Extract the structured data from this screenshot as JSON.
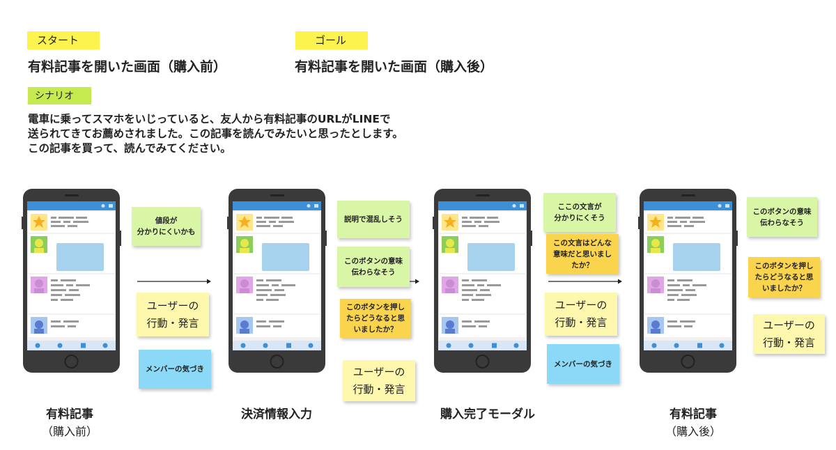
{
  "start": {
    "tag": "スタート",
    "title": "有料記事を開いた画面（購入前）",
    "color": "#fdf34e"
  },
  "goal": {
    "tag": "ゴール",
    "title": "有料記事を開いた画面（購入後）",
    "color": "#fdf34e"
  },
  "scenario": {
    "tag": "シナリオ",
    "color": "#c5ea4f",
    "lines": [
      "電車に乗ってスマホをいじっていると、友人から有料記事のURLがLINEで",
      "送られてきてお薦めされました。この記事を読んでみたいと思ったとします。",
      "この記事を買って、読んでみてください。"
    ]
  },
  "screens": [
    {
      "caption": "有料記事",
      "subcaption": "（購入前）",
      "notes": [
        {
          "text": "値段が\n分かりにくいかも",
          "kind": "green"
        },
        {
          "text": "ユーザーの\n行動・発言",
          "kind": "yellow"
        },
        {
          "text": "メンバーの気づき",
          "kind": "blue"
        }
      ]
    },
    {
      "caption": "決済情報入力",
      "subcaption": "",
      "notes": [
        {
          "text": "説明で混乱しそう",
          "kind": "green"
        },
        {
          "text": "このボタンの意味\n伝わらなそう",
          "kind": "green"
        },
        {
          "text": "このボタンを押し\nたらどうなると思\nいましたか？",
          "kind": "orange"
        },
        {
          "text": "ユーザーの\n行動・発言",
          "kind": "yellow"
        }
      ]
    },
    {
      "caption": "購入完了モーダル",
      "subcaption": "",
      "notes": [
        {
          "text": "ここの文言が\n分かりにくそう",
          "kind": "green"
        },
        {
          "text": "この文言はどんな\n意味だと思いまし\nたか？",
          "kind": "orange"
        },
        {
          "text": "ユーザーの\n行動・発言",
          "kind": "yellow"
        },
        {
          "text": "メンバーの気づき",
          "kind": "blue"
        }
      ]
    },
    {
      "caption": "有料記事",
      "subcaption": "（購入後）",
      "notes": [
        {
          "text": "このボタンの意味\n伝わらなそう",
          "kind": "green"
        },
        {
          "text": "このボタンを押し\nたらどうなると思\nいましたか？",
          "kind": "orange"
        },
        {
          "text": "ユーザーの\n行動・発言",
          "kind": "yellow"
        }
      ]
    }
  ]
}
